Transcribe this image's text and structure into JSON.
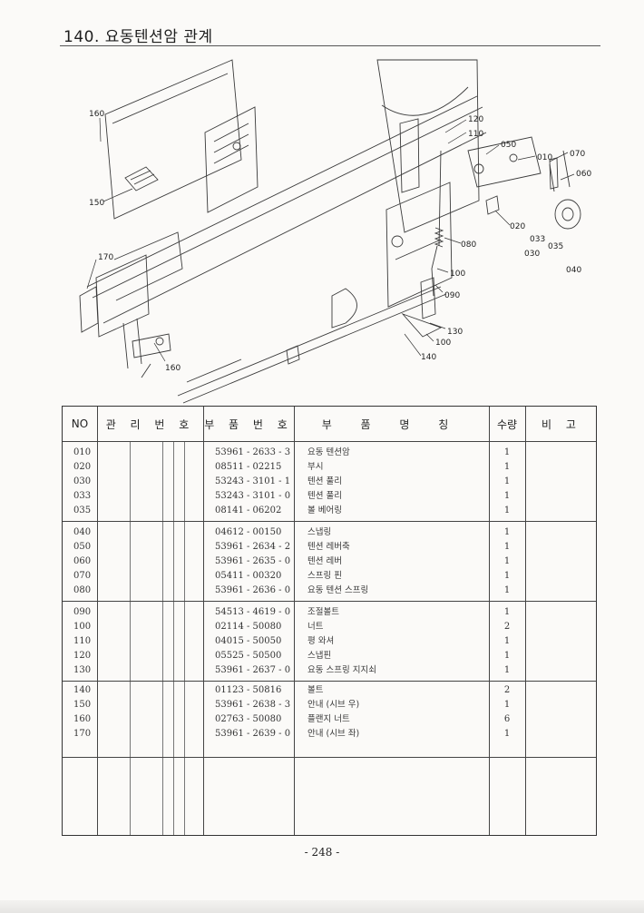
{
  "page": {
    "title": "140. 요동텐션암 관계",
    "page_number": "- 248 -"
  },
  "diagram": {
    "callouts": [
      "160",
      "150",
      "170",
      "160",
      "120",
      "110",
      "050",
      "010",
      "070",
      "060",
      "020",
      "033",
      "035",
      "030",
      "040",
      "080",
      "100",
      "090",
      "130",
      "100",
      "140"
    ]
  },
  "table": {
    "headers": {
      "no": "NO",
      "control": "관 리 번 호",
      "part_no": "부 품 번 호",
      "part_name": "부 품 명 칭",
      "qty": "수량",
      "remarks": "비 고"
    },
    "groups": [
      [
        {
          "no": "010",
          "part_no": "53961 - 2633 - 3",
          "name": "요동 텐션암",
          "qty": "1"
        },
        {
          "no": "020",
          "part_no": "08511 - 02215",
          "name": "부시",
          "qty": "1"
        },
        {
          "no": "030",
          "part_no": "53243 - 3101 - 1",
          "name": "텐션 풀리",
          "qty": "1"
        },
        {
          "no": "033",
          "part_no": "53243 - 3101 - 0",
          "name": "텐션 풀리",
          "qty": "1"
        },
        {
          "no": "035",
          "part_no": "08141 - 06202",
          "name": "볼 베어링",
          "qty": "1"
        }
      ],
      [
        {
          "no": "040",
          "part_no": "04612 - 00150",
          "name": "스냅링",
          "qty": "1"
        },
        {
          "no": "050",
          "part_no": "53961 - 2634 - 2",
          "name": "텐션 레버축",
          "qty": "1"
        },
        {
          "no": "060",
          "part_no": "53961 - 2635 - 0",
          "name": "텐션 레버",
          "qty": "1"
        },
        {
          "no": "070",
          "part_no": "05411 - 00320",
          "name": "스프링 핀",
          "qty": "1"
        },
        {
          "no": "080",
          "part_no": "53961 - 2636 - 0",
          "name": "요동 텐션 스프링",
          "qty": "1"
        }
      ],
      [
        {
          "no": "090",
          "part_no": "54513 - 4619 - 0",
          "name": "조절볼트",
          "qty": "1"
        },
        {
          "no": "100",
          "part_no": "02114 - 50080",
          "name": "너트",
          "qty": "2"
        },
        {
          "no": "110",
          "part_no": "04015 - 50050",
          "name": "평 와셔",
          "qty": "1"
        },
        {
          "no": "120",
          "part_no": "05525 - 50500",
          "name": "스냅핀",
          "qty": "1"
        },
        {
          "no": "130",
          "part_no": "53961 - 2637 - 0",
          "name": "요동 스프링 지지쇠",
          "qty": "1"
        }
      ],
      [
        {
          "no": "140",
          "part_no": "01123 - 50816",
          "name": "볼트",
          "qty": "2"
        },
        {
          "no": "150",
          "part_no": "53961 - 2638 - 3",
          "name": "안내 (시브 우)",
          "qty": "1"
        },
        {
          "no": "160",
          "part_no": "02763 - 50080",
          "name": "플랜지 너트",
          "qty": "6"
        },
        {
          "no": "170",
          "part_no": "53961 - 2639 - 0",
          "name": "안내 (시브 좌)",
          "qty": "1"
        }
      ]
    ]
  },
  "colors": {
    "paper": "#fbfaf8",
    "ink": "#222222",
    "line": "#444444"
  }
}
